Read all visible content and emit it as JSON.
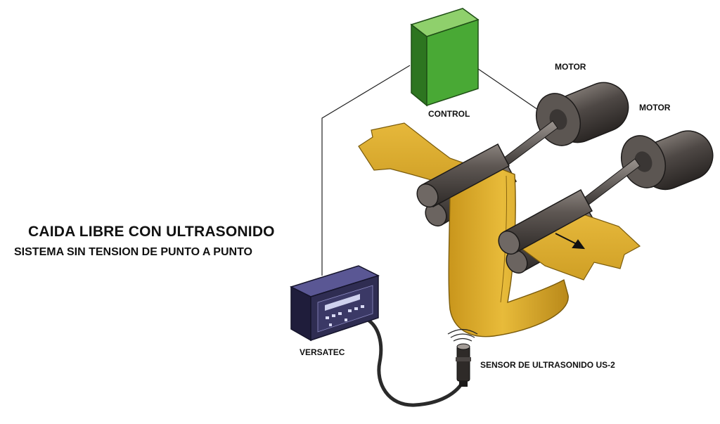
{
  "title": "CAIDA LIBRE CON ULTRASONIDO",
  "subtitle": "SISTEMA SIN TENSION DE PUNTO A PUNTO",
  "labels": {
    "control": "CONTROL",
    "motor_1": "MOTOR",
    "motor_2": "MOTOR",
    "versatec": "VERSATEC",
    "sensor": "SENSOR DE ULTRASONIDO US-2"
  },
  "colors": {
    "web": "#e2b12d",
    "control_box": "#3f9a2c",
    "motor": "#4b4643",
    "roller": "#58524f",
    "controller": "#2f2d52",
    "cable": "#2a2a2a",
    "text": "#111111"
  }
}
